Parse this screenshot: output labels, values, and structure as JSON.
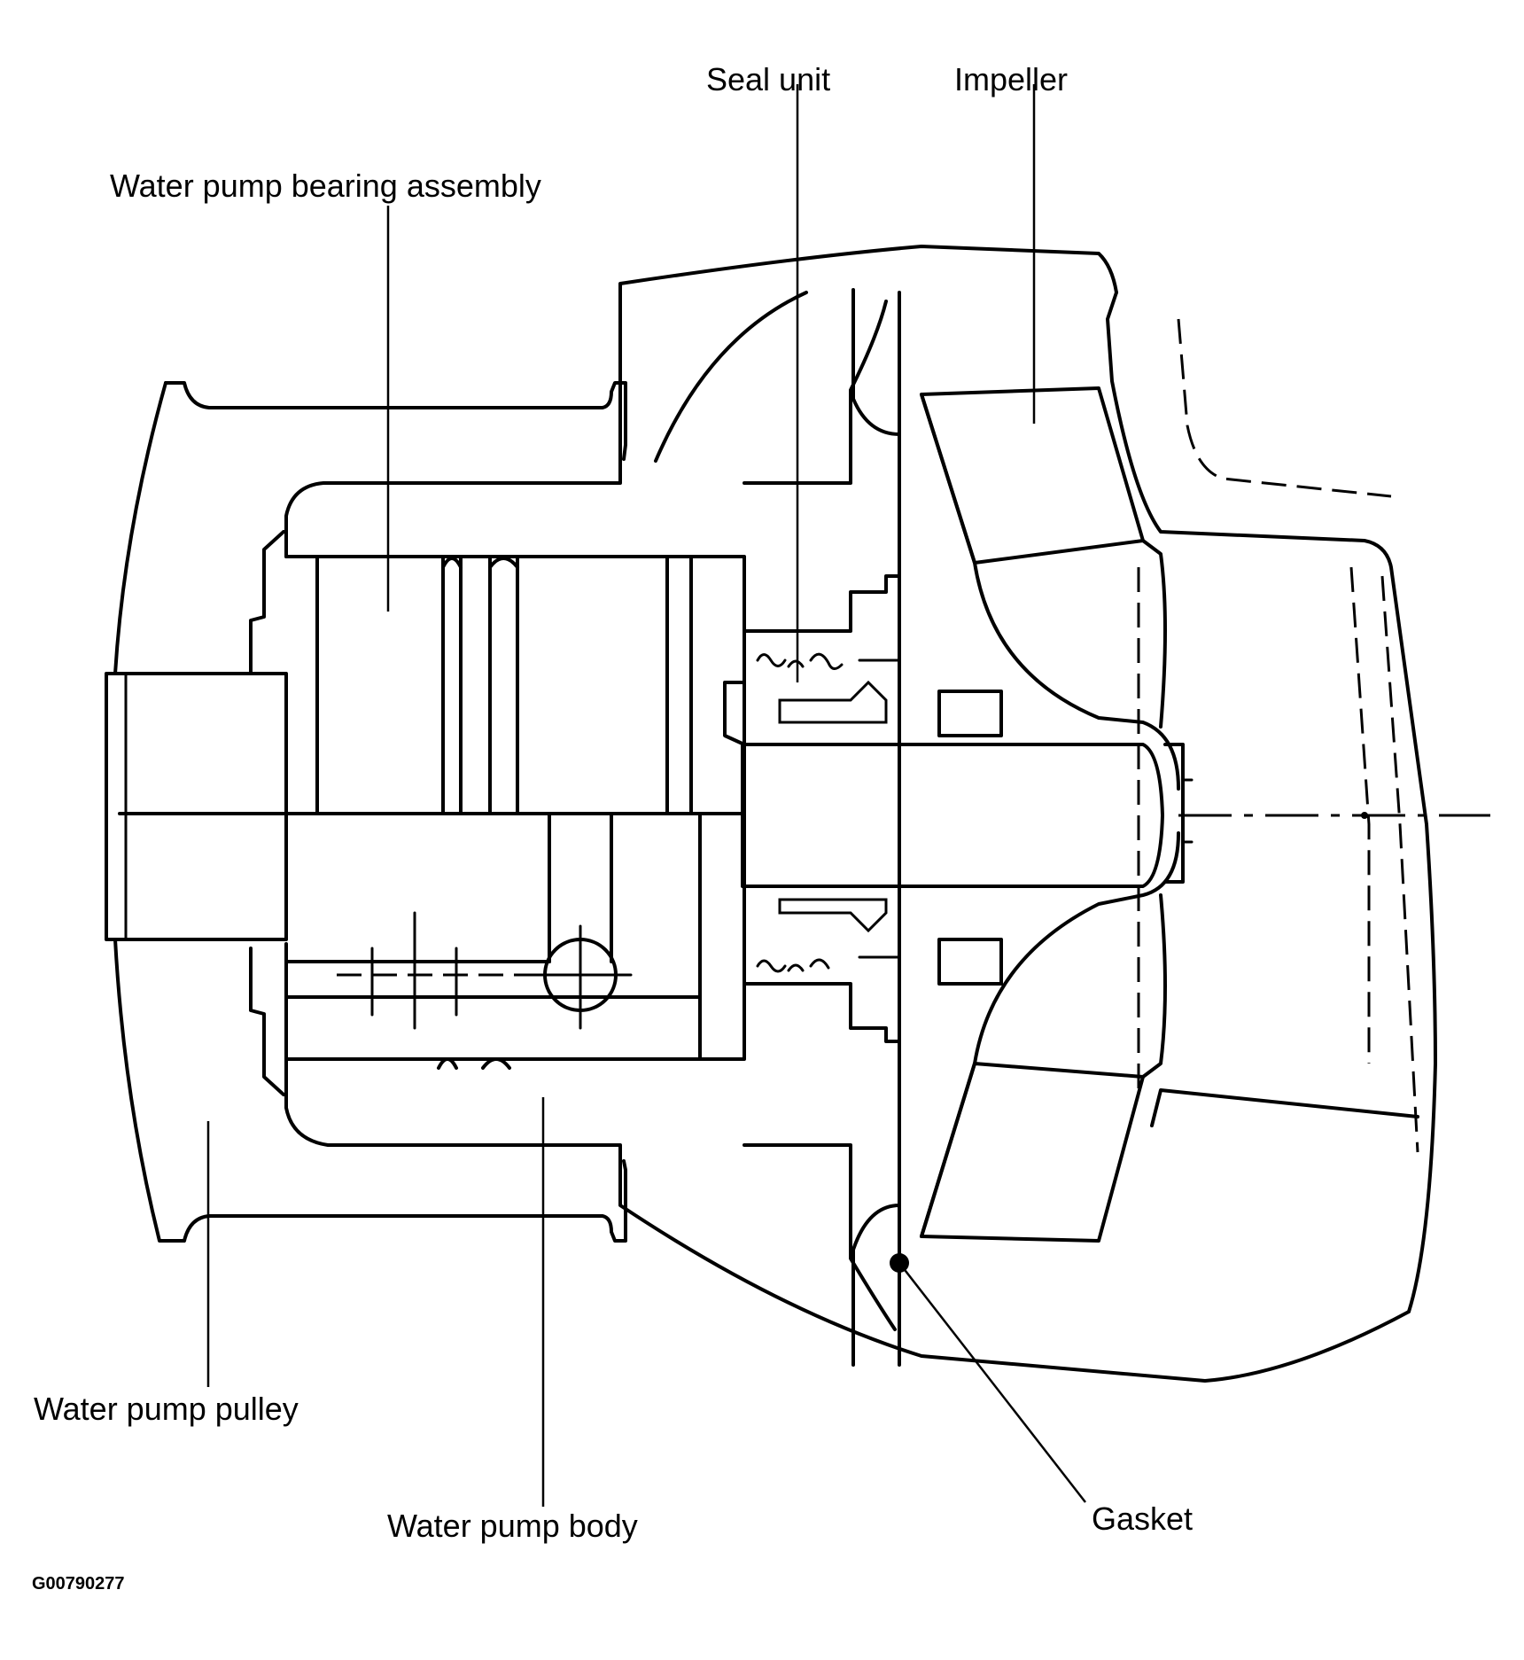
{
  "diagram": {
    "labels": {
      "seal_unit": "Seal unit",
      "impeller": "Impeller",
      "bearing_assembly": "Water pump bearing assembly",
      "pulley": "Water pump pulley",
      "body": "Water pump body",
      "gasket": "Gasket"
    },
    "figure_code": "G00790277"
  }
}
